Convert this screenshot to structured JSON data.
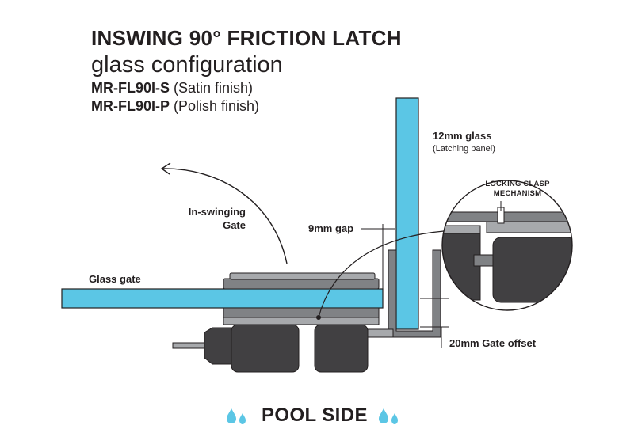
{
  "header": {
    "title": "INSWING 90° FRICTION LATCH",
    "subtitle": "glass configuration",
    "models": [
      {
        "code": "MR-FL90I-S",
        "finish": "(Satin finish)"
      },
      {
        "code": "MR-FL90I-P",
        "finish": "(Polish finish)"
      }
    ]
  },
  "labels": {
    "glass_panel": "12mm glass",
    "glass_panel_sub": "(Latching panel)",
    "inswing_gate": "In-swinging Gate",
    "gap": "9mm gap",
    "glass_gate": "Glass gate",
    "gate_offset": "20mm Gate offset",
    "locking_clasp": "LOCKING CLASP MECHANISM"
  },
  "footer": {
    "pool_side": "POOL SIDE"
  },
  "colors": {
    "glass": "#5bc6e5",
    "dark_body": "#414042",
    "mid_gray": "#808285",
    "light_gray": "#a7a9ac",
    "outline": "#231f20",
    "text": "#231f20"
  },
  "icons": {
    "water_drop": "water-drop-icon",
    "swing_arrow": "swing-arrow-icon"
  }
}
